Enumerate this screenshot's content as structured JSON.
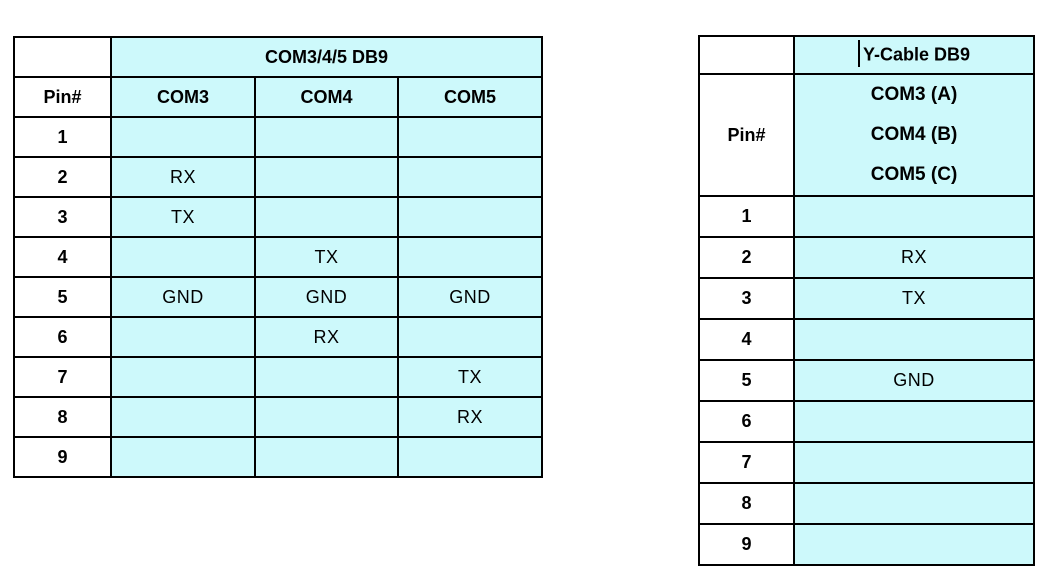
{
  "colors": {
    "cell_fill_cyan": "#cdf9fb",
    "pin_fill_white": "#ffffff",
    "border_black": "#000000",
    "text_black": "#000000",
    "page_background": "#ffffff"
  },
  "left_table": {
    "title": "COM3/4/5 DB9",
    "pin_header": "Pin#",
    "columns": [
      "COM3",
      "COM4",
      "COM5"
    ],
    "rows": [
      {
        "pin": "1",
        "values": [
          "",
          "",
          ""
        ]
      },
      {
        "pin": "2",
        "values": [
          "RX",
          "",
          ""
        ]
      },
      {
        "pin": "3",
        "values": [
          "TX",
          "",
          ""
        ]
      },
      {
        "pin": "4",
        "values": [
          "",
          "TX",
          ""
        ]
      },
      {
        "pin": "5",
        "values": [
          "GND",
          "GND",
          "GND"
        ]
      },
      {
        "pin": "6",
        "values": [
          "",
          "RX",
          ""
        ]
      },
      {
        "pin": "7",
        "values": [
          "",
          "",
          "TX"
        ]
      },
      {
        "pin": "8",
        "values": [
          "",
          "",
          "RX"
        ]
      },
      {
        "pin": "9",
        "values": [
          "",
          "",
          ""
        ]
      }
    ]
  },
  "right_table": {
    "title": "Y-Cable DB9",
    "pin_header": "Pin#",
    "com_labels": [
      "COM3 (A)",
      "COM4 (B)",
      "COM5 (C)"
    ],
    "rows": [
      {
        "pin": "1",
        "value": ""
      },
      {
        "pin": "2",
        "value": "RX"
      },
      {
        "pin": "3",
        "value": "TX"
      },
      {
        "pin": "4",
        "value": ""
      },
      {
        "pin": "5",
        "value": "GND"
      },
      {
        "pin": "6",
        "value": ""
      },
      {
        "pin": "7",
        "value": ""
      },
      {
        "pin": "8",
        "value": ""
      },
      {
        "pin": "9",
        "value": ""
      }
    ]
  }
}
